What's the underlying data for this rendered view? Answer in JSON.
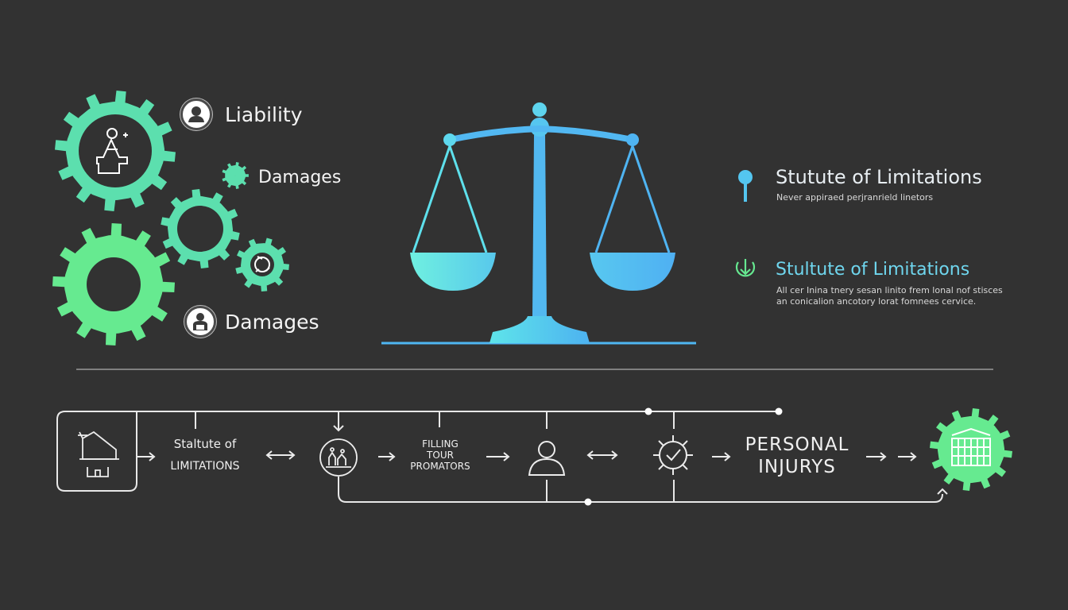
{
  "left_labels": {
    "liability": "Liability",
    "damages_small": "Damages",
    "damages_large": "Damages"
  },
  "info_blocks": [
    {
      "title": "Stutute of Limitations",
      "subtitle_lines": [
        "Never appiraed perjranrield linetors"
      ]
    },
    {
      "title": "Stultute of Limitations",
      "subtitle_lines": [
        "All cer Inina tnery sesan linito frem lonal nof stisces",
        "an conicalion ancotory lorat fomnees cervice."
      ]
    }
  ],
  "flow": {
    "step1": {
      "line1": "Staltute of",
      "line2": "LIMITATIONS"
    },
    "step2": {
      "line1": "FILLING",
      "line2": "TOUR",
      "line3": "PROMATORS"
    },
    "step3": {
      "line1": "PERSONAL",
      "line2": "INJURYS"
    }
  },
  "colors": {
    "background": "#323232",
    "gear_green": "#66ea90",
    "gear_teal": "#5cdfae",
    "scale_blue": "#52b6f0",
    "scale_cyan": "#5ee4ec",
    "line_white": "#e8e8e8"
  },
  "icons": [
    "gear-icon",
    "person-icon",
    "scales-of-justice-icon",
    "pin-icon",
    "download-arrow-icon",
    "building-icon",
    "document-icon",
    "checkmark-icon"
  ]
}
